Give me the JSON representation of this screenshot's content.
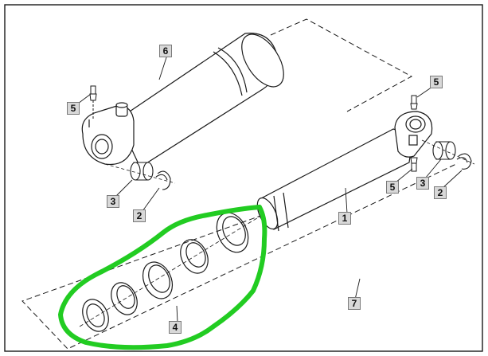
{
  "diagram": {
    "parts": [
      {
        "id": "cylinder-barrel",
        "callout": "6"
      },
      {
        "id": "grease-fitting",
        "callout": "5"
      },
      {
        "id": "grease-fitting-rod",
        "callout": "5"
      },
      {
        "id": "grease-fitting-rod-lower",
        "callout": "5"
      },
      {
        "id": "bushing",
        "callout": "3"
      },
      {
        "id": "bushing-rod",
        "callout": "3"
      },
      {
        "id": "snap-ring",
        "callout": "2"
      },
      {
        "id": "snap-ring-rod",
        "callout": "2"
      },
      {
        "id": "piston-rod",
        "callout": "1"
      },
      {
        "id": "seal-kit",
        "callout": "4"
      },
      {
        "id": "kit-outline",
        "callout": "7"
      }
    ],
    "colors": {
      "line": "#1a1a1a",
      "highlight": "#22cc22",
      "callout_bg": "#d8d8d8"
    }
  }
}
